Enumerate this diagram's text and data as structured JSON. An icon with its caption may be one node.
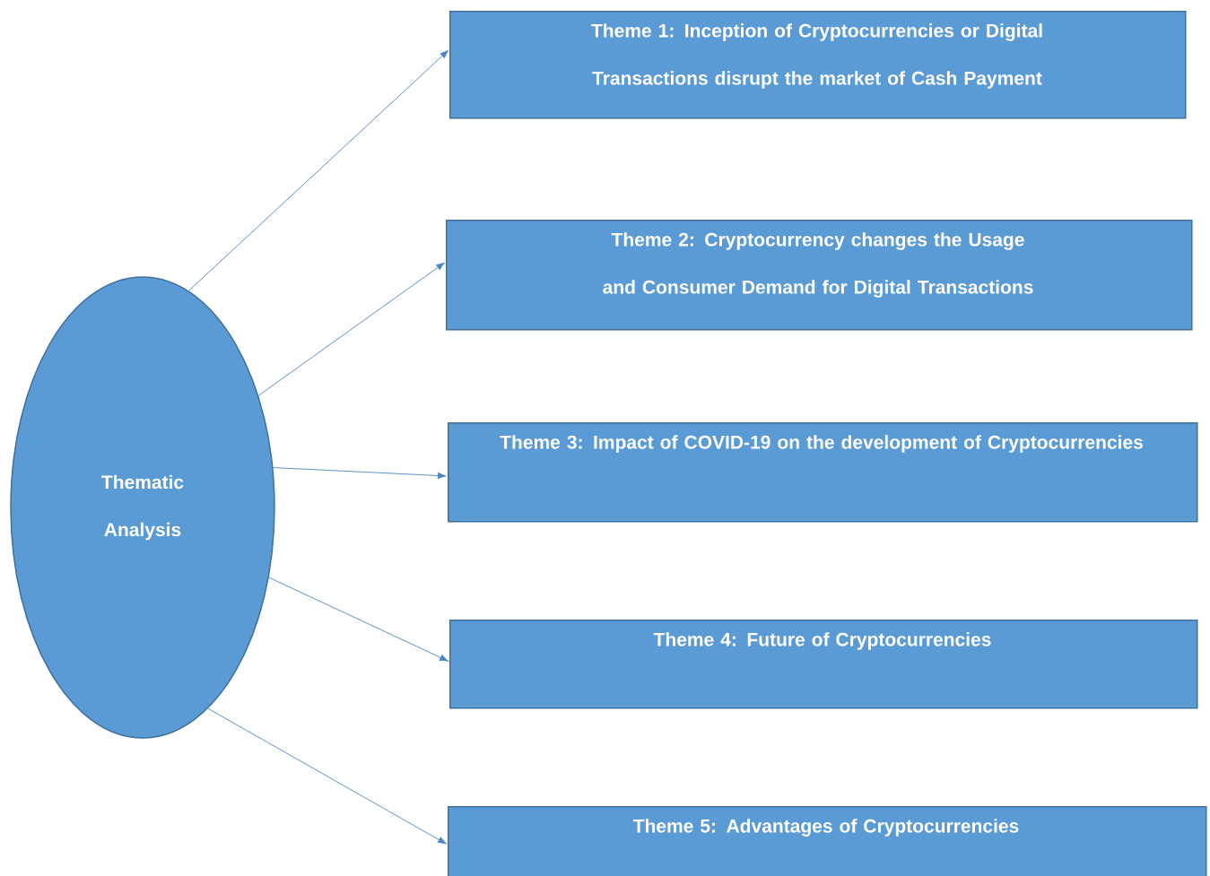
{
  "diagram": {
    "nodes": [
      {
        "text": [
          "Thematic Analysis"
        ]
      },
      {
        "text": [
          "Theme 1: Inception of Cryptocurrencies or Digital Transactions disrupt the market of Cash Payment"
        ]
      },
      {
        "text": [
          "Theme 2: Cryptocurrency changes the Usage and Consumer Demand for Digital Transactions"
        ]
      },
      {
        "text": [
          "Theme 3: Impact of COVID-19 on the development of Cryptocurrencies"
        ]
      },
      {
        "text": [
          "Theme 4: Future of Cryptocurrencies"
        ]
      },
      {
        "text": [
          "Theme 5: Advantages of Cryptocurrencies"
        ]
      }
    ],
    "edges": [
      {
        "from": 0,
        "to": 1,
        "arrow": "to"
      },
      {
        "from": 0,
        "to": 2,
        "arrow": "to"
      },
      {
        "from": 0,
        "to": 3,
        "arrow": "to"
      },
      {
        "from": 0,
        "to": 4,
        "arrow": "to"
      },
      {
        "from": 0,
        "to": 5,
        "arrow": "to"
      }
    ]
  }
}
